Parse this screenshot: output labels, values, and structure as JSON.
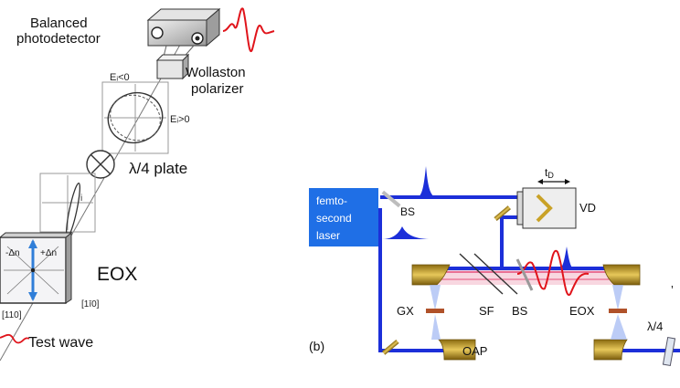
{
  "left_panel": {
    "detector_label": [
      "Balanced",
      "photodetector"
    ],
    "polarizer_label": [
      "Wollaston",
      "polarizer"
    ],
    "field_minus": "Eᵢ<0",
    "field_plus": "Eᵢ>0",
    "plate_label": "λ/4 plate",
    "eox_label": "EOX",
    "crystal_minus": "-Δn",
    "crystal_plus": "+Δn",
    "axis_left": "[110]",
    "axis_right": "[1ī0]",
    "test_wave_label": "Test wave"
  },
  "right_panel": {
    "panel_label": "(b)",
    "laser_label": [
      "femto-",
      "second",
      "laser"
    ],
    "bs_top": "BS",
    "delay_label": "VD",
    "delay_symbol": "t",
    "delay_subscript": "D",
    "gx": "GX",
    "sf": "SF",
    "bs_mid": "BS",
    "eox": "EOX",
    "oap": "OAP",
    "lambda4": "λ/4",
    "edge_mark": "’"
  },
  "colors": {
    "beam": "#1c2fd9",
    "laser_box": "#1f6fe6",
    "thz_wave": "#e0141b",
    "mirror_gold": "#c9a227",
    "crystal_brown": "#b0522a"
  }
}
